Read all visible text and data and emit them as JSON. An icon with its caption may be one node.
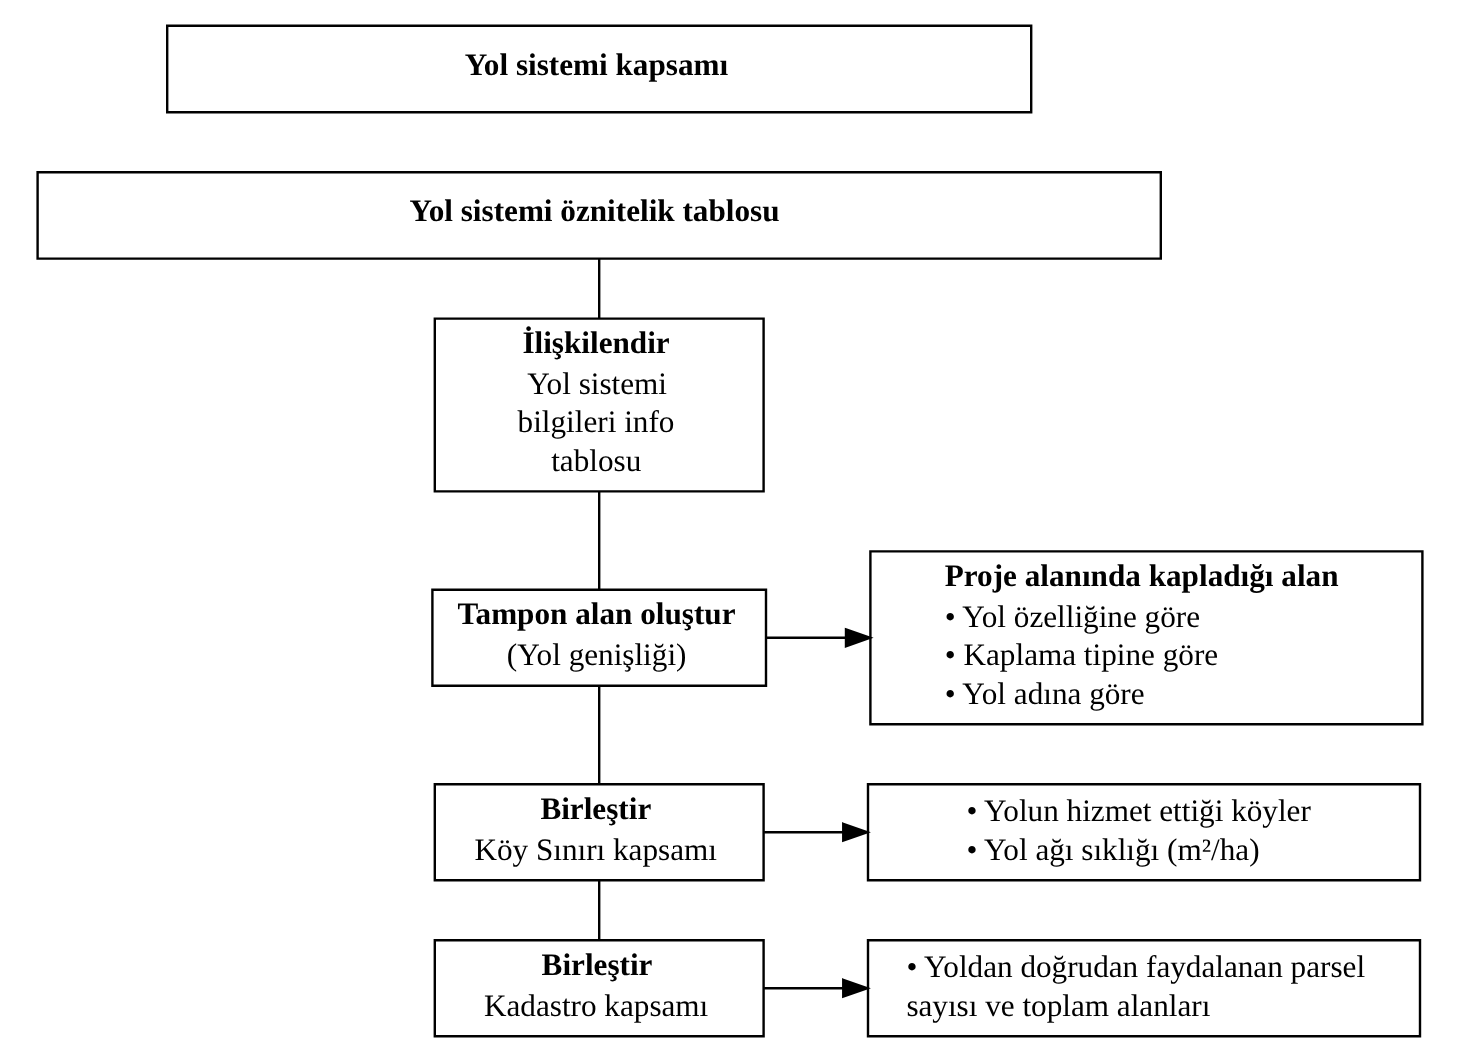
{
  "diagram": {
    "nodes": [
      {
        "text": [
          "Yol sistemi kapsamı"
        ]
      },
      {
        "text": [
          "Yol sistemi öznitelik tablosu"
        ]
      },
      {
        "text": [
          "İlişkilendir",
          "Yol sistemi bilgileri info tablosu"
        ]
      },
      {
        "text": [
          "Tampon alan oluştur",
          "(Yol genişliği)"
        ]
      },
      {
        "text": [
          "Proje alanında kapladığı alan",
          "• Yol özelliğine göre",
          "• Kaplama tipine göre",
          "• Yol adına göre"
        ]
      },
      {
        "text": [
          "Birleştir",
          "Köy Sınırı kapsamı"
        ]
      },
      {
        "text": [
          "• Yolun hizmet ettiği köyler",
          "• Yol ağı sıklığı (m²/ha)"
        ]
      },
      {
        "text": [
          "Birleştir",
          "Kadastro kapsamı"
        ]
      },
      {
        "text": [
          "• Yoldan doğrudan faydalanan parsel sayısı ve toplam alanları"
        ]
      }
    ],
    "edges": [
      {
        "from": 1,
        "to": 2,
        "arrow": "none"
      },
      {
        "from": 2,
        "to": 3,
        "arrow": "none"
      },
      {
        "from": 3,
        "to": 4,
        "arrow": "to"
      },
      {
        "from": 3,
        "to": 5,
        "arrow": "none"
      },
      {
        "from": 5,
        "to": 6,
        "arrow": "to"
      },
      {
        "from": 5,
        "to": 7,
        "arrow": "none"
      },
      {
        "from": 7,
        "to": 8,
        "arrow": "to"
      }
    ]
  }
}
